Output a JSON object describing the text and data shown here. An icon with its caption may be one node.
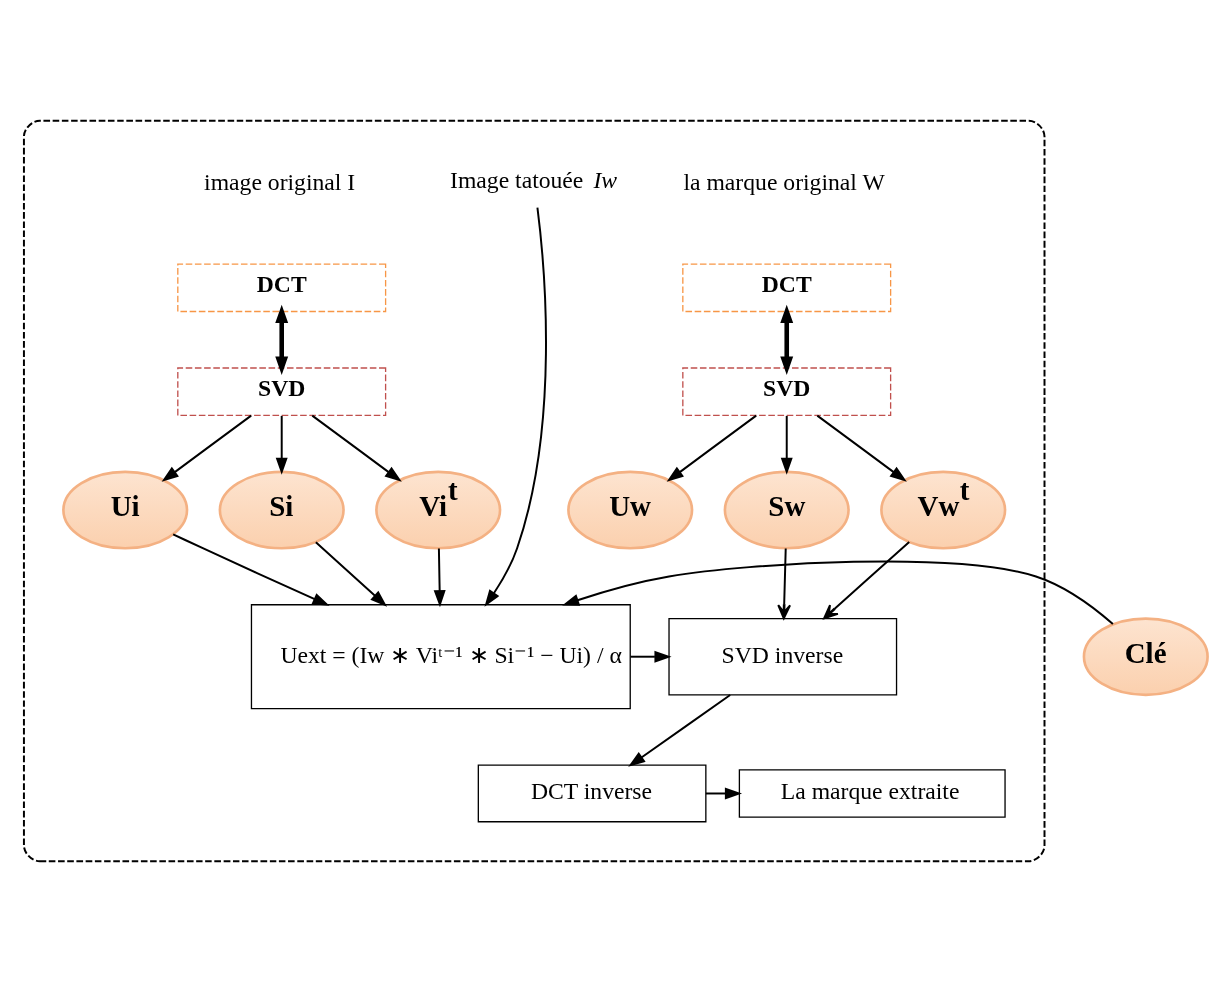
{
  "diagram": {
    "nodes": [
      {
        "text": [],
        "shape": "box"
      },
      {
        "text": [
          "Image tatouée *Iw*"
        ],
        "in": 0
      },
      {
        "text": [
          "DCT"
        ],
        "in": 0
      },
      {
        "text": [
          "SVD"
        ],
        "in": 0
      },
      {
        "text": [
          "Ui"
        ],
        "in": 0
      },
      {
        "text": [
          "Si"
        ],
        "in": 0
      },
      {
        "text": [
          "Vi$^{t}$"
        ],
        "in": 0
      },
      {
        "text": [
          "DCT"
        ],
        "in": 0
      },
      {
        "text": [
          "SVD"
        ],
        "in": 0
      },
      {
        "text": [
          "Uw"
        ],
        "in": 0
      },
      {
        "text": [
          "Sw"
        ],
        "in": 0
      },
      {
        "text": [
          "Vw$^{t}$"
        ],
        "in": 0
      },
      {
        "text": [
          "Clé"
        ]
      },
      {
        "text": [
          "Uext = (Iw ∗ Viᵗ⁻¹ ∗ Si⁻¹ − Ui) / α"
        ],
        "in": 0
      },
      {
        "text": [
          "SVD inverse"
        ],
        "in": 0
      },
      {
        "text": [
          "DCT inverse"
        ],
        "in": 0
      },
      {
        "text": [
          "La marque extraite"
        ],
        "in": 0
      }
    ],
    "edges": [
      {
        "from": 1,
        "to": 13,
        "arrow": "to"
      },
      {
        "from": 2,
        "to": 3,
        "arrow": "both",
        "style": "thick"
      },
      {
        "from": 3,
        "to": 4,
        "arrow": "to"
      },
      {
        "from": 3,
        "to": 5,
        "arrow": "to"
      },
      {
        "from": 3,
        "to": 6,
        "arrow": "to"
      },
      {
        "from": 7,
        "to": 8,
        "arrow": "both",
        "style": "thick"
      },
      {
        "from": 8,
        "to": 9,
        "arrow": "to"
      },
      {
        "from": 8,
        "to": 10,
        "arrow": "to"
      },
      {
        "from": 8,
        "to": 11,
        "arrow": "to"
      },
      {
        "from": 4,
        "to": 13,
        "arrow": "to"
      },
      {
        "from": 5,
        "to": 13,
        "arrow": "to"
      },
      {
        "from": 6,
        "to": 13,
        "arrow": "to"
      },
      {
        "from": 10,
        "to": 14,
        "arrow": "to"
      },
      {
        "from": 11,
        "to": 14,
        "arrow": "to"
      },
      {
        "from": 12,
        "to": 13,
        "arrow": "to"
      },
      {
        "from": 13,
        "to": 14,
        "arrow": "to"
      },
      {
        "from": 14,
        "to": 15,
        "arrow": "to"
      },
      {
        "from": 15,
        "to": 16,
        "arrow": "to"
      }
    ],
    "labels": [
      "image original I",
      "la marque original W"
    ]
  }
}
